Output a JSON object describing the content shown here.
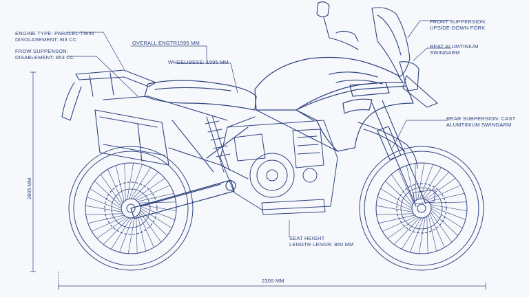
{
  "annotations": {
    "engine_type": "ENGINE TYPE: PARALEL-TWIN",
    "displacement_1": "DISOLASEMENT: 8I3 CC",
    "front_suspension_left": "FROW SUPPENSON:",
    "displacement_2": "DISABLEMENT: 853 CC",
    "overall_length": "OVERALL ENGTR1595 MM",
    "wheelbase": "WHEELIBESE: 1595 MM",
    "front_suspension_right_1": "FRONT SUPPERSION:",
    "front_suspension_right_2": "UPSIDE-DOWN FORK",
    "rear_aluminium_1": "REAT ALUMTINIUM",
    "rear_aluminium_2": "SWINGARM",
    "rear_suspension_1": "REAR SUBPERSION: CAST",
    "rear_suspension_2": "ALUMTINIUM SWINGARM",
    "seat_height_1": "SEAT HEIGHT",
    "seat_height_2": "LENGTR LENGR: 860 MM",
    "height_dim": "2805 MM",
    "width_dim": "2305 MM"
  },
  "colors": {
    "ink": "#2e437f",
    "paper": "#f7f8fb"
  }
}
